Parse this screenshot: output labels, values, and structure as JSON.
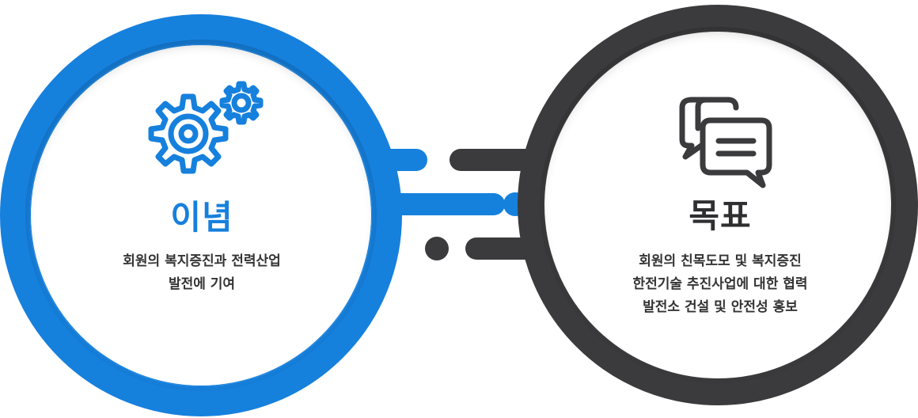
{
  "left": {
    "title": "이념",
    "description": "회원의 복지증진과 전력산업\n발전에 기여",
    "icon": "gears-icon",
    "accent": "#1680dd"
  },
  "right": {
    "title": "목표",
    "description": "회원의 친목도모 및 복지증진\n한전기술 추진사업에 대한 협력\n발전소 건설 및 안전성 홍보",
    "icon": "speech-bubbles-icon",
    "accent": "#3b3b3d"
  }
}
